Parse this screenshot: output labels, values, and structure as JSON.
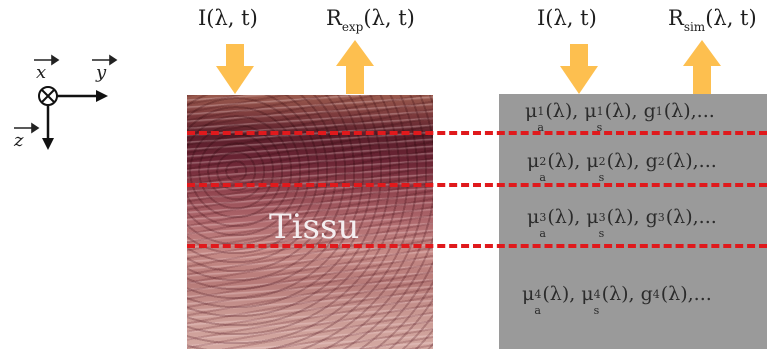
{
  "axes": {
    "x_label": "x",
    "y_label": "y",
    "z_label": "z"
  },
  "measured": {
    "incident": {
      "base": "I",
      "args": "(λ, t)"
    },
    "reflected": {
      "base": "R",
      "sub": "exp",
      "args": "(λ, t)"
    }
  },
  "simulated": {
    "incident": {
      "base": "I",
      "args": "(λ, t)"
    },
    "reflected": {
      "base": "R",
      "sub": "sim",
      "args": "(λ, t)"
    }
  },
  "tissue_label": "Tissu",
  "layers": [
    {
      "index": "1",
      "text": "(λ), μ",
      "g_text": "(λ), g",
      "tail": "(λ),..."
    },
    {
      "index": "2",
      "text": "(λ), μ",
      "g_text": "(λ), g",
      "tail": "(λ),..."
    },
    {
      "index": "3",
      "text": "(λ), μ",
      "g_text": "(λ), g",
      "tail": "(λ),..."
    },
    {
      "index": "4",
      "text": "(λ), μ",
      "g_text": "(λ), g",
      "tail": "(λ),..."
    }
  ],
  "symbols": {
    "mu": "μ",
    "a": "a",
    "s": "s"
  },
  "colors": {
    "arrow": "#fdbf4f",
    "dash": "#e0191c",
    "sim_panel": "#9a9a9a"
  }
}
